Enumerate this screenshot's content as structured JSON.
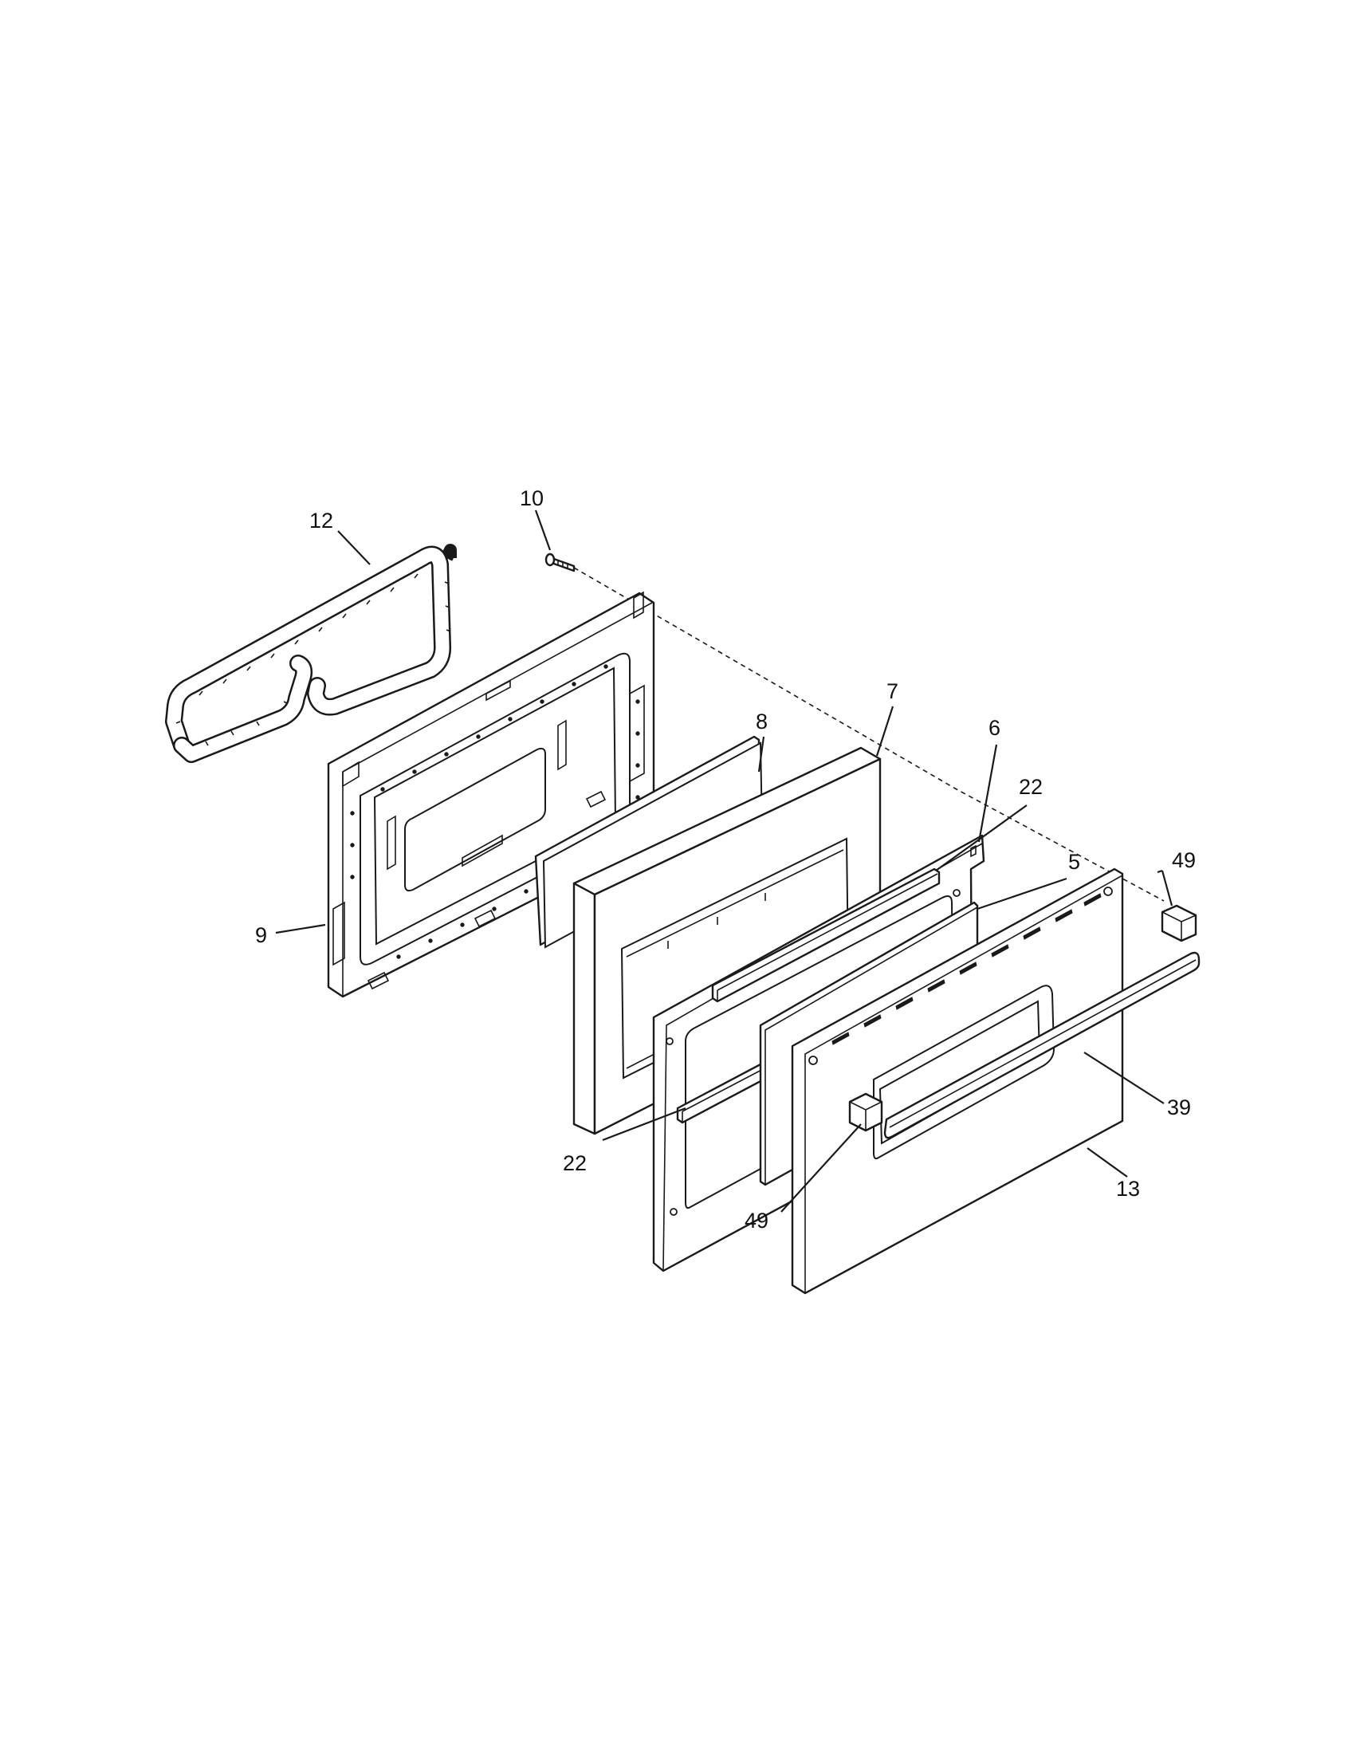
{
  "callouts": [
    {
      "id": "c12",
      "label": "12"
    },
    {
      "id": "c10",
      "label": "10"
    },
    {
      "id": "c9",
      "label": "9"
    },
    {
      "id": "c8",
      "label": "8"
    },
    {
      "id": "c7",
      "label": "7"
    },
    {
      "id": "c6",
      "label": "6"
    },
    {
      "id": "c22a",
      "label": "22"
    },
    {
      "id": "c5",
      "label": "5"
    },
    {
      "id": "c49a",
      "label": "49"
    },
    {
      "id": "c39",
      "label": "39"
    },
    {
      "id": "c22b",
      "label": "22"
    },
    {
      "id": "c13",
      "label": "13"
    },
    {
      "id": "c49b",
      "label": "49"
    }
  ],
  "colors": {
    "line": "#1a1a1a",
    "background": "#ffffff"
  }
}
